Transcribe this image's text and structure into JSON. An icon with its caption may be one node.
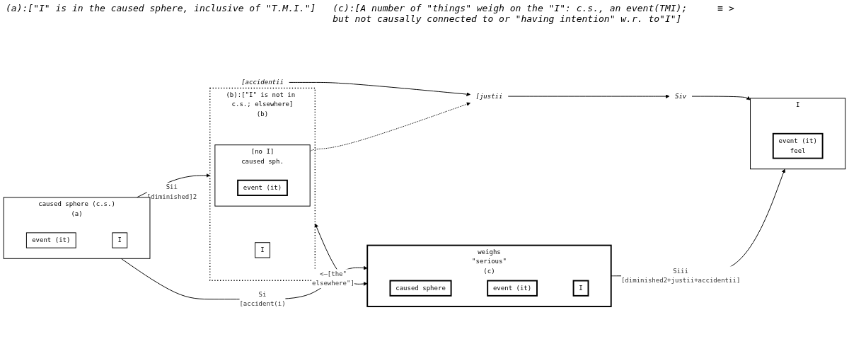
{
  "diagram": {
    "nodes": [
      {
        "text": [
          "caused sphere (c.s.)",
          "(a)"
        ]
      },
      {
        "text": [
          "event (it)"
        ],
        "in": 0
      },
      {
        "text": [
          "I"
        ],
        "in": 0
      },
      {
        "text": [
          "(b):[\"I\" is not in c.s.; elsewhere]",
          "(b)"
        ]
      },
      {
        "text": [
          "[no I]",
          "caused sph."
        ],
        "in": 3
      },
      {
        "text": [
          "event (it)"
        ],
        "in": 4
      },
      {
        "text": [
          "I"
        ],
        "in": 3
      },
      {
        "text": [
          "weighs",
          "\"serious\"",
          "(c)"
        ]
      },
      {
        "text": [
          "caused sphere"
        ],
        "in": 7
      },
      {
        "text": [
          "event (it)"
        ],
        "in": 7
      },
      {
        "text": [
          "I"
        ],
        "in": 7
      },
      {
        "text": [
          "I"
        ]
      },
      {
        "text": [
          "event (it)",
          "feel"
        ],
        "in": 11
      },
      {
        "text": [
          "[accidentii"
        ]
      },
      {
        "text": [
          "[justii"
        ]
      },
      {
        "text": [
          "Siv"
        ]
      }
    ],
    "edges": [
      {
        "from": 0,
        "to": 3,
        "arrow": "to",
        "label": "Sii [diminished]2"
      },
      {
        "from": 0,
        "to": 7,
        "arrow": "to",
        "label": "Si [accident(i)"
      },
      {
        "from": 3,
        "to": 7,
        "arrow": "both",
        "label": "<–[the\" elsewhere\"]"
      },
      {
        "from": 4,
        "to": 14,
        "arrow": "to",
        "style": "dashed"
      },
      {
        "from": 13,
        "to": 14,
        "arrow": "to"
      },
      {
        "from": 14,
        "to": 15,
        "arrow": "to"
      },
      {
        "from": 15,
        "to": 11,
        "arrow": "to"
      },
      {
        "from": 7,
        "to": 11,
        "arrow": "to",
        "label": "Siii [diminished2+justii+accidentii]"
      }
    ],
    "labels": [
      "(a):[\"I\" is in the caused sphere, inclusive of \"T.M.I.\"]",
      "(c):[A number of \"things\" weigh on the \"I\": c.s., an event(TMI); but not causally connected to or \"having intention\" w.r. to\"I\"]",
      "≡ >"
    ]
  }
}
